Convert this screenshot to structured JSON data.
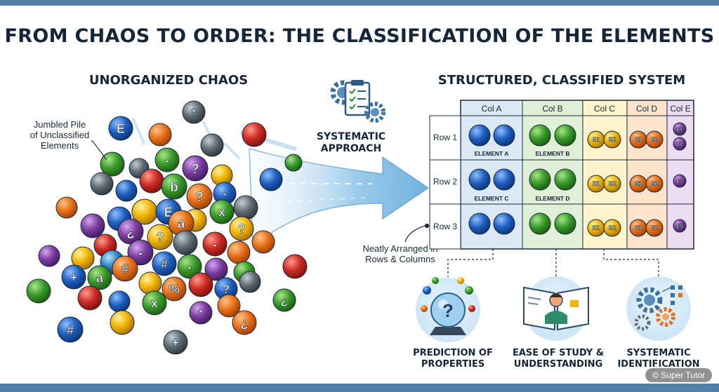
{
  "title": "FROM CHAOS TO ORDER: THE CLASSIFICATION OF THE ELEMENTS",
  "left_heading": "UNORGANIZED CHAOS",
  "right_heading": "STRUCTURED, CLASSIFIED SYSTEM",
  "approach_label": [
    "SYSTEMATIC",
    "APPROACH"
  ],
  "pile_note": [
    "Jumbled Pile",
    "of Unclassified",
    "Elements"
  ],
  "arranged_note": [
    "Neatly Arranged in",
    "Rows & Columns"
  ],
  "columns": [
    "Col A",
    "Col B",
    "Col C",
    "Col D",
    "Col E"
  ],
  "rows": [
    "Row 1",
    "Row 2",
    "Row 3"
  ],
  "cell_labels": {
    "r1_colA": "ELEMENT A",
    "r1_colB": "ELEMENT B",
    "r2_colA": "ELEMENT C",
    "r2_colB": "ELEMENT D"
  },
  "ball_labels": {
    "c_e1": "E1",
    "c_e2": "E2",
    "e_r1_top": "E1",
    "e_r1_bottom": "E2",
    "e_r2": "E3",
    "e_r3": "E5"
  },
  "benefits": [
    [
      "PREDICTION OF",
      "PROPERTIES"
    ],
    [
      "EASE OF STUDY &",
      "UNDERSTANDING"
    ],
    [
      "SYSTEMATIC",
      "IDENTIFICATION"
    ]
  ],
  "pile_symbols": [
    "E",
    "*",
    "?",
    "b",
    "?",
    "E",
    "x",
    "a",
    "?",
    "¿",
    "?",
    "#",
    "+",
    "a",
    "#",
    "%",
    "?",
    "x",
    "*",
    "¿",
    "#",
    "+",
    "-",
    "-",
    "-",
    "-",
    "-"
  ],
  "watermark": "© Super Tutor",
  "colors": {
    "band": "#4f7fa8",
    "blue": "#1f5fbf",
    "green": "#3a9a2a",
    "yellow": "#f0b400",
    "orange": "#e8701a",
    "purple": "#7a3d9e",
    "red": "#cc2a22",
    "gray": "#5f6a72",
    "arrow": "#8fc4e8"
  },
  "icons": [
    "gear-checklist-icon",
    "crystal-ball-icon",
    "open-book-reader-icon",
    "gears-network-icon"
  ]
}
